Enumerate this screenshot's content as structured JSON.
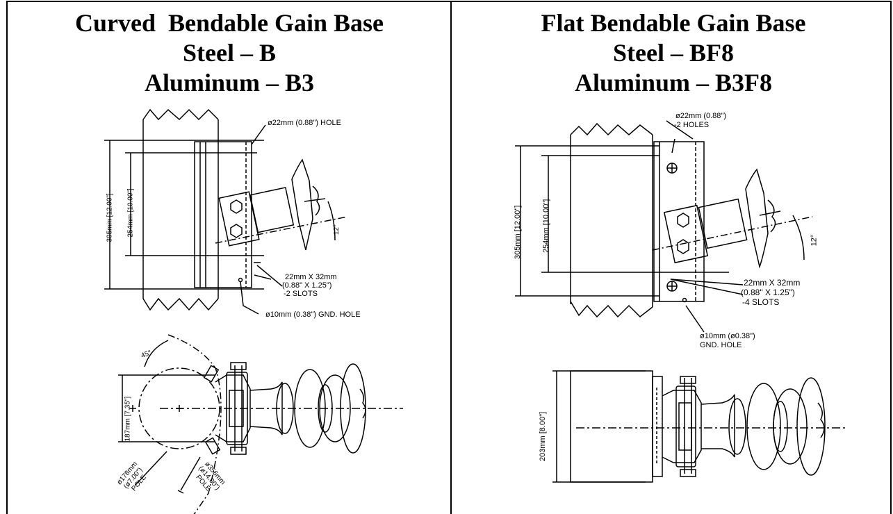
{
  "left": {
    "title": "Curved  Bendable Gain Base",
    "steel": "Steel – B",
    "aluminum": "Aluminum – B3",
    "callouts": {
      "hole": "ø22mm (0.88\") HOLE",
      "dim_outer": "305mm [12.00\"]",
      "dim_inner": "254mm [10.00\"]",
      "angle": "12°",
      "slots_1": "22mm X 32mm",
      "slots_2": "(0.88\" X 1.25\")",
      "slots_3": "-2 SLOTS",
      "gnd": "ø10mm (0.38\") GND. HOLE",
      "angle45": "45°",
      "dim_plan": "187mm [7.35\"]",
      "pole_small_1": "ø178mm",
      "pole_small_2": "(ø7.00\")",
      "pole_small_3": "POLE",
      "pole_large_1": "ø356mm",
      "pole_large_2": "(ø14.00\")",
      "pole_large_3": "POLE"
    }
  },
  "right": {
    "title": "Flat Bendable Gain Base",
    "steel": "Steel – BF8",
    "aluminum": "Aluminum – B3F8",
    "callouts": {
      "hole_1": "ø22mm (0.88\")",
      "hole_2": "-2 HOLES",
      "dim_outer": "305mm [12.00\"]",
      "dim_inner": "254mm [10.00\"]",
      "angle": "12°",
      "slots_1": "22mm X 32mm",
      "slots_2": "(0.88\" X 1.25\")",
      "slots_3": "-4 SLOTS",
      "gnd_1": "ø10mm (ø0.38\")",
      "gnd_2": "GND. HOLE",
      "dim_plan": "203mm [8.00\"]"
    }
  }
}
